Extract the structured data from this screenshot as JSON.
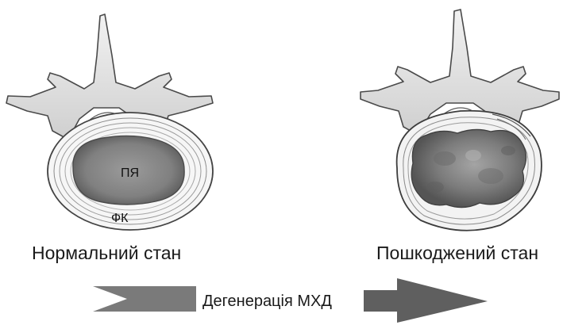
{
  "diagram": {
    "left": {
      "caption": "Нормальний стан",
      "nucleus_label": "ПЯ",
      "annulus_label": "ФК"
    },
    "right": {
      "caption": "Пошкоджений стан"
    },
    "arrow": {
      "label": "Дегенерація МХД"
    },
    "colors": {
      "bone": "#e7e7e7",
      "bone_outline": "#4a4a4a",
      "nucleus_fill": "#8a8a8a",
      "nucleus_dark": "#6f6f6f",
      "annulus": "#f4f4f4",
      "arrow_left": "#7a7a7a",
      "arrow_right": "#5f5f5f"
    }
  }
}
